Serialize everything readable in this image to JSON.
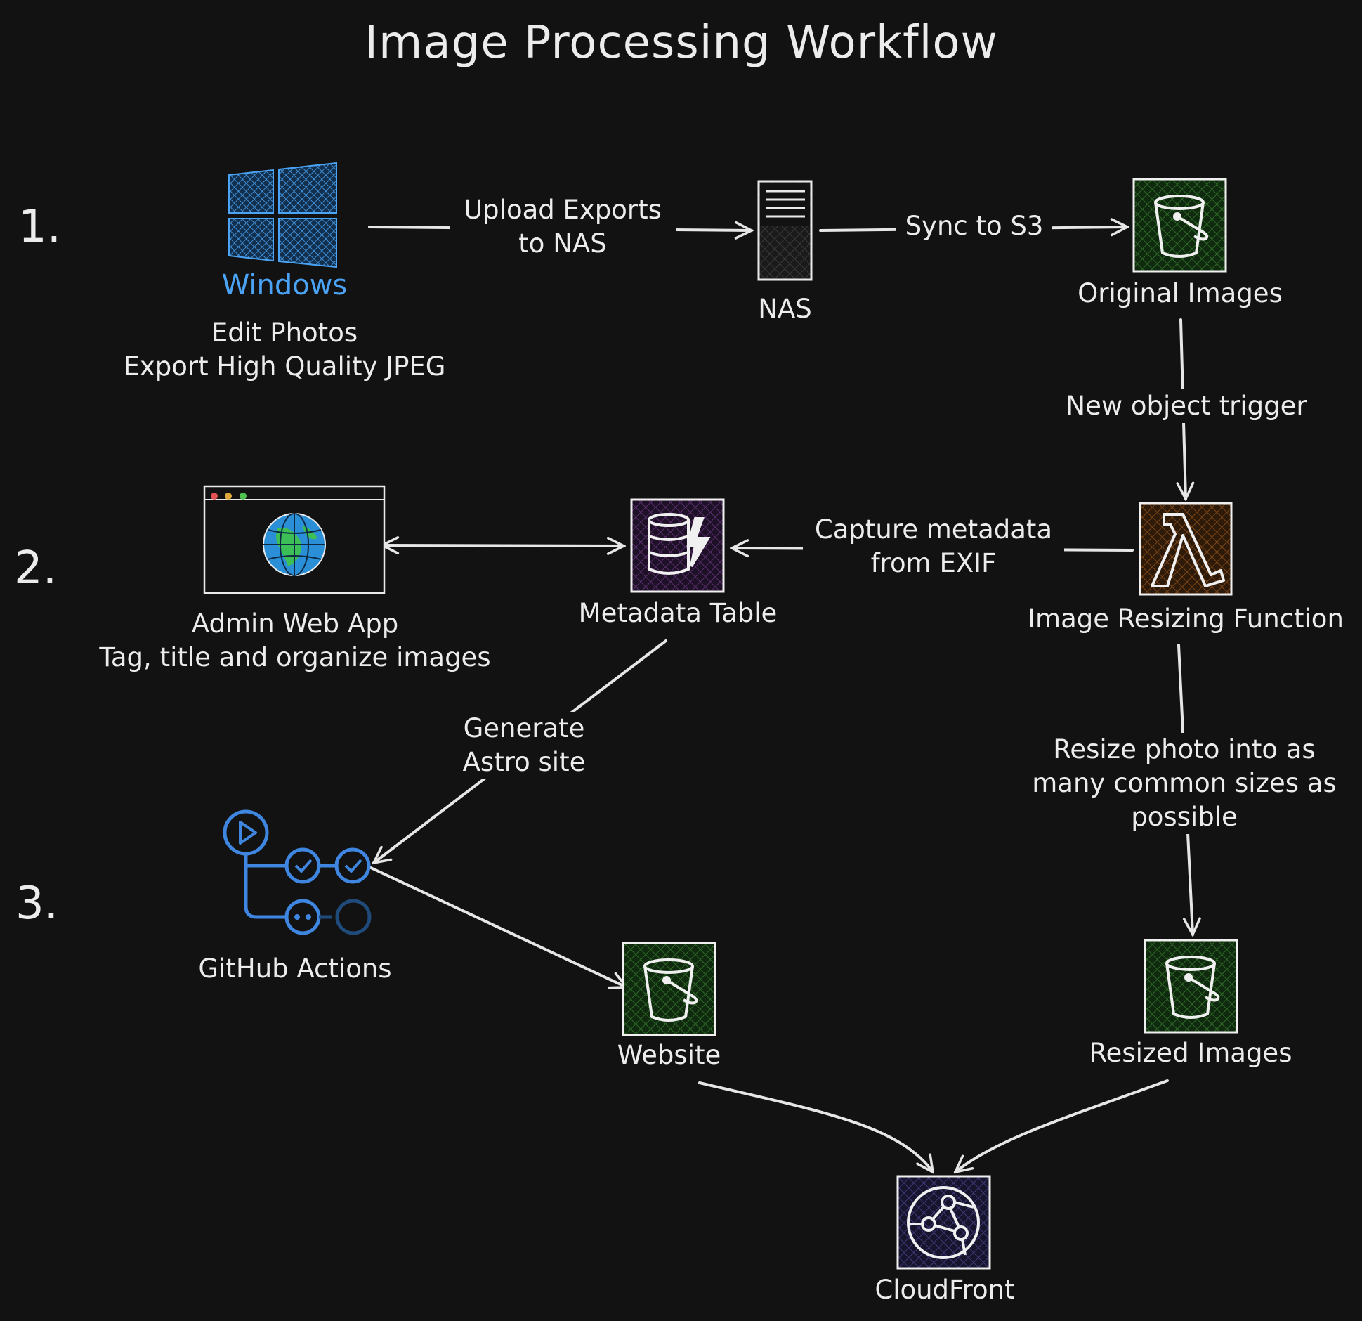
{
  "title": "Image Processing Workflow",
  "steps": [
    "1.",
    "2.",
    "3."
  ],
  "nodes": {
    "windows": {
      "brand": "Windows",
      "caption": "Edit Photos\nExport High Quality JPEG",
      "icon": "windows-logo-icon"
    },
    "nas": {
      "caption": "NAS",
      "icon": "server-icon"
    },
    "original_images": {
      "caption": "Original Images",
      "icon": "s3-bucket-icon"
    },
    "admin_app": {
      "caption": "Admin Web App\nTag, title and organize images",
      "icon": "browser-globe-icon"
    },
    "metadata_table": {
      "caption": "Metadata Table",
      "icon": "dynamodb-table-icon"
    },
    "resize_function": {
      "caption": "Image Resizing Function",
      "icon": "lambda-icon"
    },
    "github_actions": {
      "caption": "GitHub Actions",
      "icon": "github-actions-icon"
    },
    "website": {
      "caption": "Website",
      "icon": "s3-bucket-icon"
    },
    "resized_images": {
      "caption": "Resized Images",
      "icon": "s3-bucket-icon"
    },
    "cloudfront": {
      "caption": "CloudFront",
      "icon": "cloudfront-icon"
    }
  },
  "edges": {
    "upload": "Upload Exports\nto NAS",
    "sync": "Sync to S3",
    "trigger": "New object trigger",
    "capture": "Capture metadata\nfrom EXIF",
    "generate": "Generate\nAstro site",
    "resize": "Resize photo into as\nmany common sizes as\npossible"
  },
  "colors": {
    "background": "#121212",
    "line": "#e6e6e6",
    "windows_blue": "#4aa3f5",
    "s3_green": "#1e4d1a",
    "lambda_orange": "#5a3312",
    "dynamodb_purple": "#3b1d4a",
    "cloudfront_purple": "#2b2650",
    "github_blue": "#3f86e0"
  }
}
